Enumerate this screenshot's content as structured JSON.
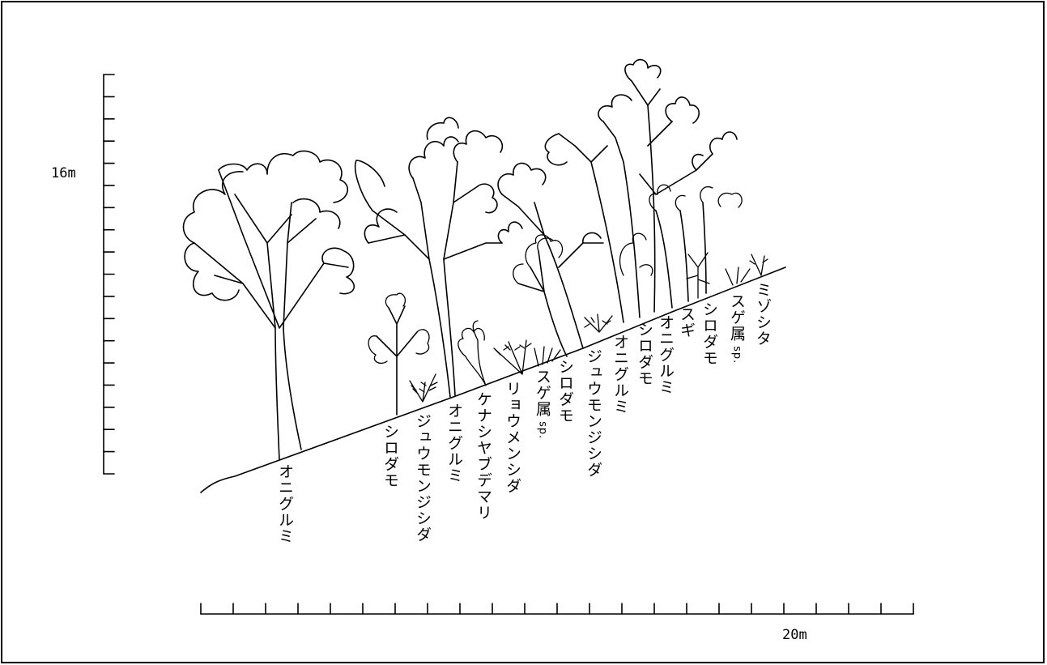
{
  "vertical_scale": {
    "label": "16m"
  },
  "horizontal_scale": {
    "label": "20m"
  },
  "species_labels": [
    {
      "name": "オニグルミ"
    },
    {
      "name": "シロダモ"
    },
    {
      "name": "ジュウモンジシダ"
    },
    {
      "name": "オニグルミ"
    },
    {
      "name": "ケナシヤブデマリ"
    },
    {
      "name": "リョウメンシダ"
    },
    {
      "name": "スゲ属",
      "suffix": "sp."
    },
    {
      "name": "シロダモ"
    },
    {
      "name": "ジュウモンジシダ"
    },
    {
      "name": "オニグルミ"
    },
    {
      "name": "シロダモ"
    },
    {
      "name": "オニグルミ"
    },
    {
      "name": "スギ"
    },
    {
      "name": "シロダモ"
    },
    {
      "name": "スゲ属",
      "suffix": "sp."
    },
    {
      "name": "ミゾシタ"
    }
  ]
}
